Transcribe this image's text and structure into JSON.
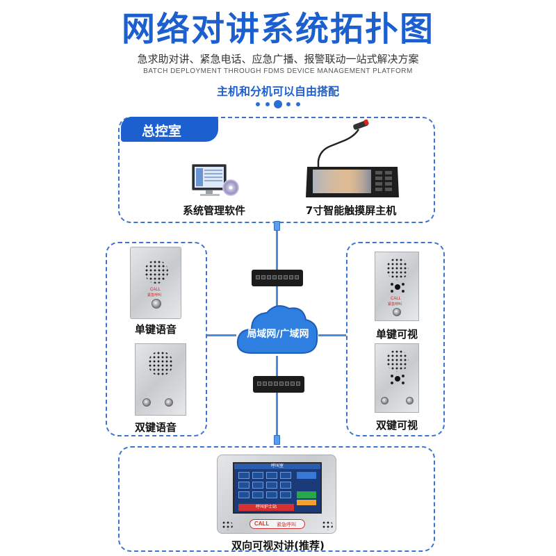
{
  "header": {
    "title": "网络对讲系统拓扑图",
    "subtitle": "急求助对讲、紧急电话、应急广播、报警联动一站式解决方案",
    "subtitle_en": "BATCH DEPLOYMENT THROUGH FDMS DEVICE MANAGEMENT PLATFORM",
    "tagline": "主机和分机可以自由搭配"
  },
  "control_room": {
    "tag": "总控室",
    "software_label": "系统管理软件",
    "host_label": "7寸智能触摸屏主机"
  },
  "network": {
    "cloud_label": "局域网/广域网"
  },
  "left_group": {
    "device1_label": "单键语音",
    "device2_label": "双键语音",
    "device1_call": "CALL",
    "device1_call_cn": "紧急呼叫"
  },
  "right_group": {
    "device1_label": "单键可视",
    "device2_label": "双键可视",
    "device1_call": "CALL",
    "device1_call_cn": "紧急呼叫"
  },
  "bottom_group": {
    "device_label": "双向可视对讲(推荐)",
    "screen_header": "呼叫室",
    "nurse_button": "呼叫护士站",
    "call_text": "CALL",
    "call_text_cn": "紧急呼叫"
  },
  "colors": {
    "accent": "#1c5fce",
    "wire": "#4a8be0",
    "cloud": "#2e7fe0"
  }
}
